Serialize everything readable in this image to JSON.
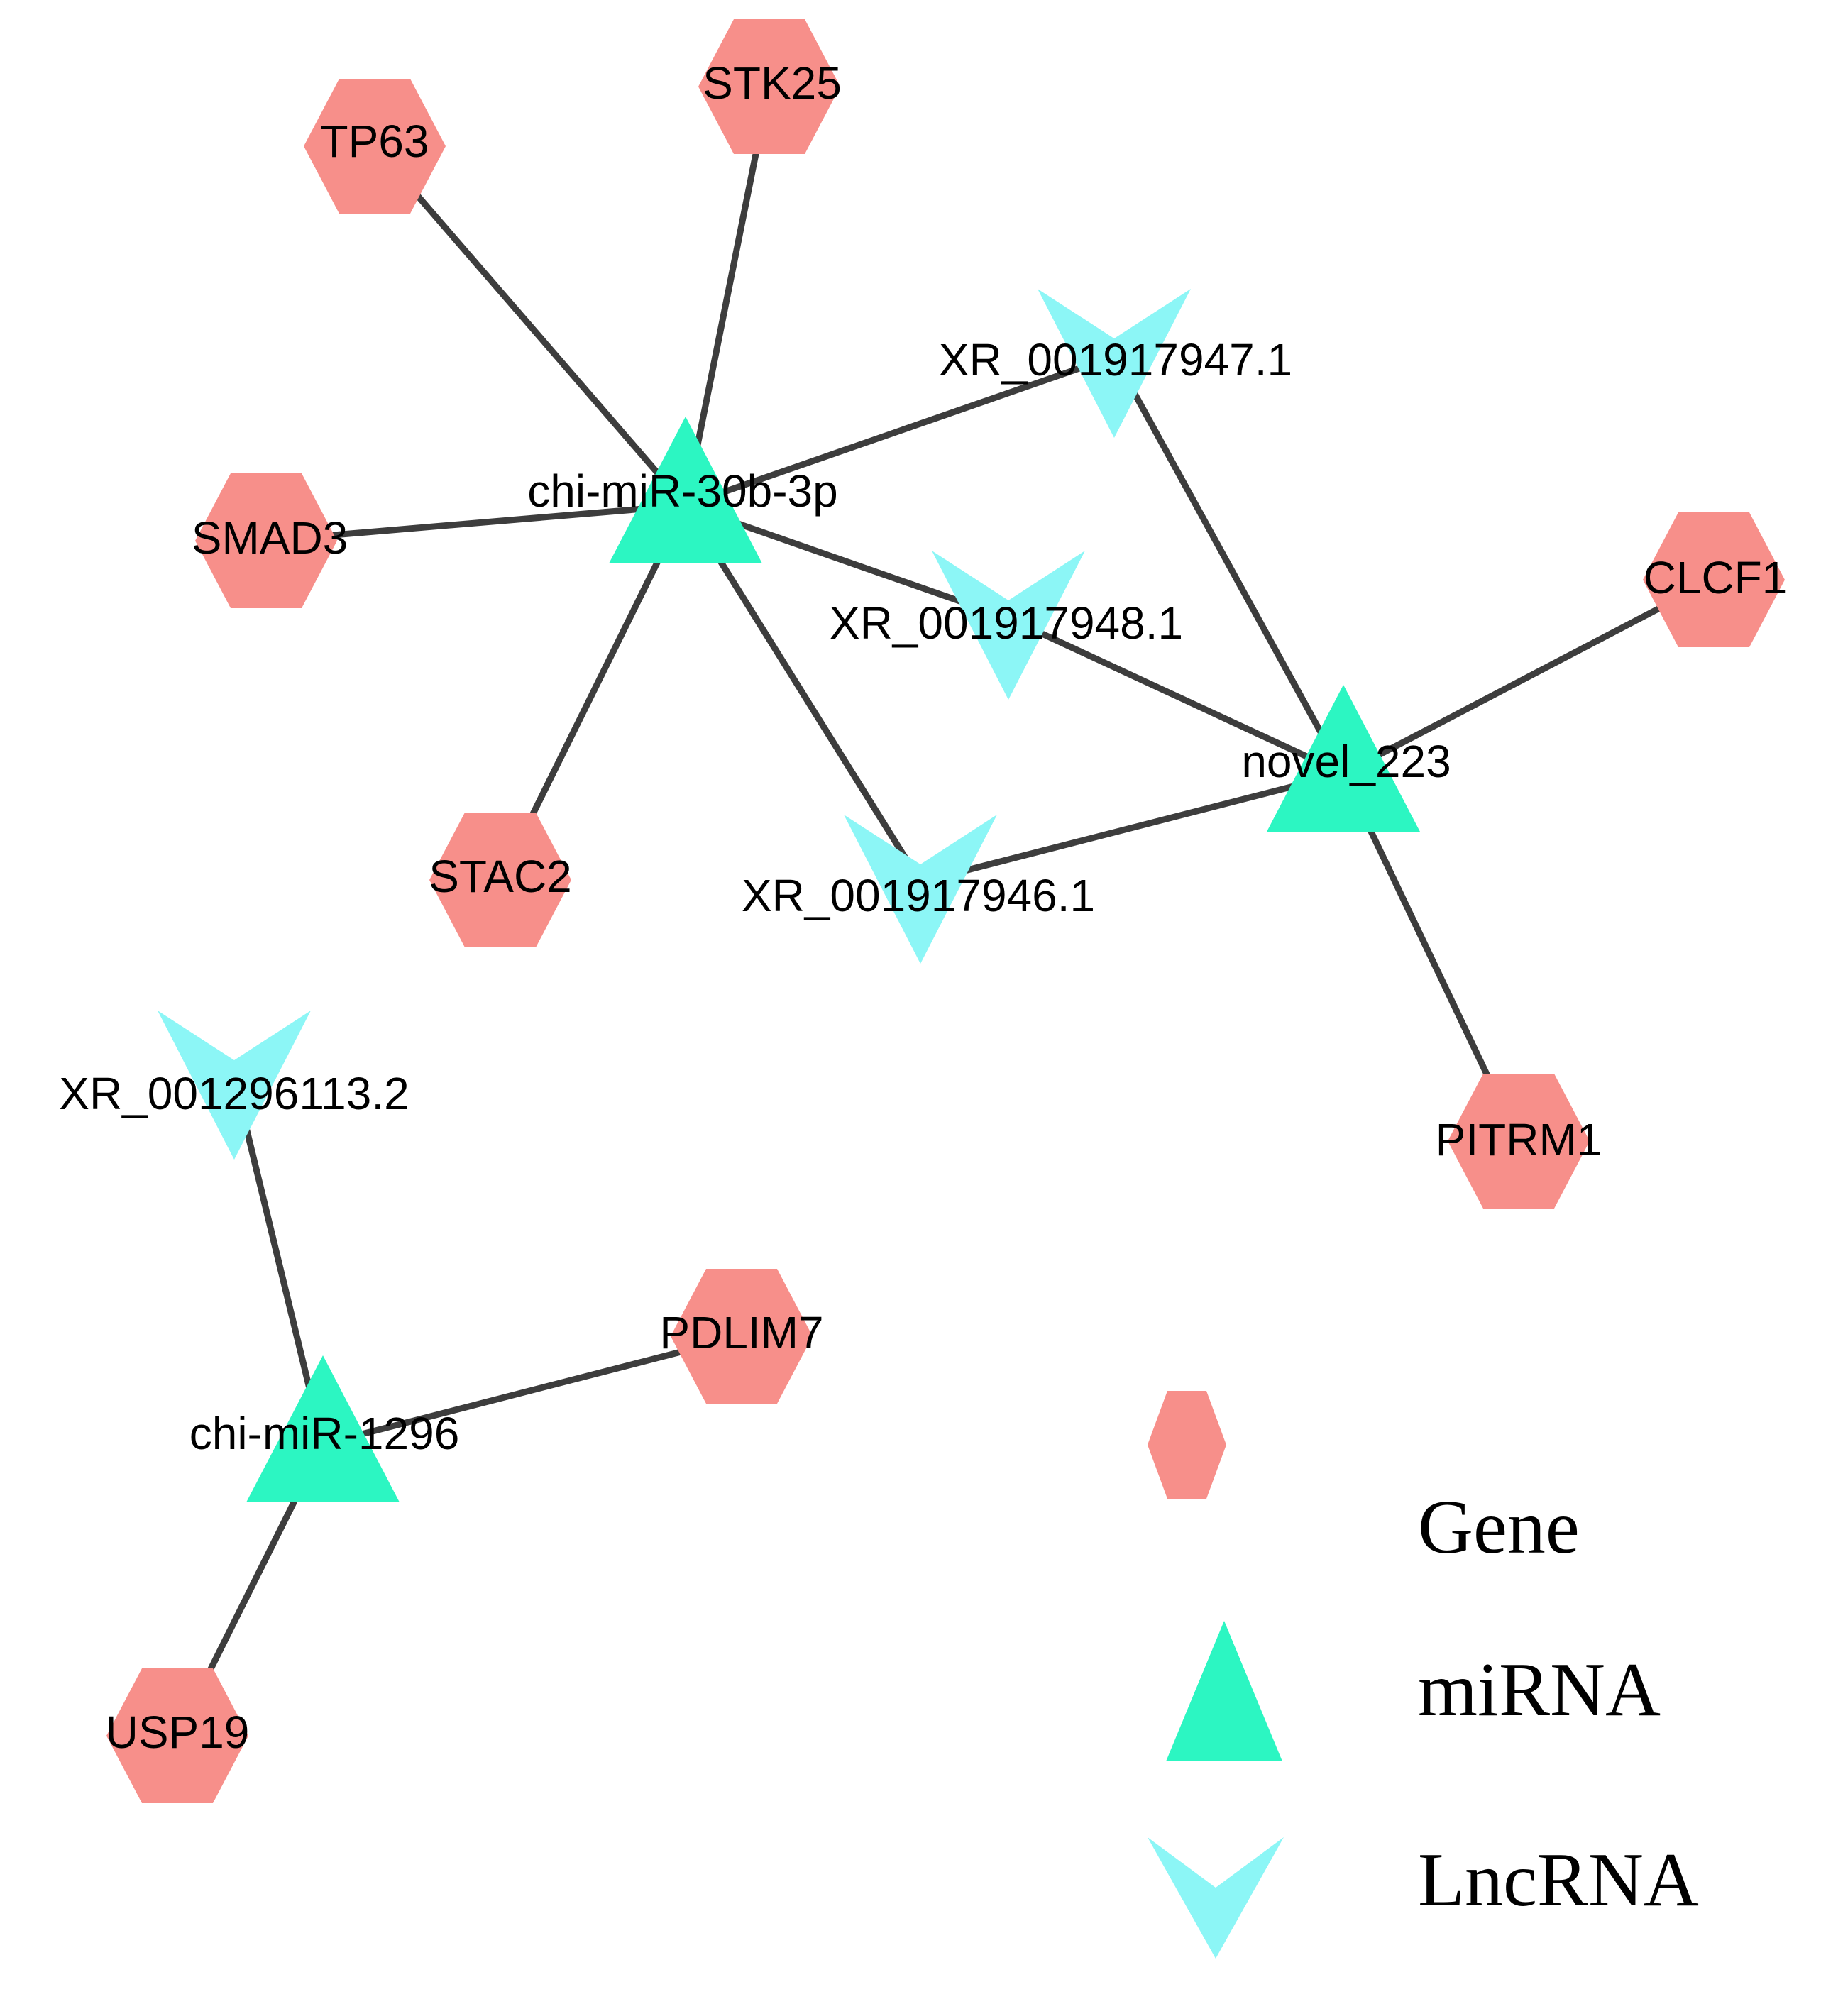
{
  "colors": {
    "gene": "#f78f8a",
    "mirna": "#2cf6c2",
    "lncrna": "#8cf6f6",
    "edge": "#3d3d3d"
  },
  "nodes": {
    "tp63": {
      "label": "TP63",
      "type": "gene"
    },
    "stk25": {
      "label": "STK25",
      "type": "gene"
    },
    "smad3": {
      "label": "SMAD3",
      "type": "gene"
    },
    "stac2": {
      "label": "STAC2",
      "type": "gene"
    },
    "clcf1": {
      "label": "CLCF1",
      "type": "gene"
    },
    "pitrm1": {
      "label": "PITRM1",
      "type": "gene"
    },
    "pdlim7": {
      "label": "PDLIM7",
      "type": "gene"
    },
    "usp19": {
      "label": "USP19",
      "type": "gene"
    },
    "mir30b": {
      "label": "chi-miR-30b-3p",
      "type": "mirna"
    },
    "novel223": {
      "label": "novel_223",
      "type": "mirna"
    },
    "mir1296": {
      "label": "chi-miR-1296",
      "type": "mirna"
    },
    "xr947": {
      "label": "XR_001917947.1",
      "type": "lncrna"
    },
    "xr948": {
      "label": "XR_001917948.1",
      "type": "lncrna"
    },
    "xr946": {
      "label": "XR_001917946.1",
      "type": "lncrna"
    },
    "xr113": {
      "label": "XR_001296113.2",
      "type": "lncrna"
    }
  },
  "edges": [
    [
      "mir30b",
      "tp63"
    ],
    [
      "mir30b",
      "stk25"
    ],
    [
      "mir30b",
      "smad3"
    ],
    [
      "mir30b",
      "stac2"
    ],
    [
      "mir30b",
      "xr947"
    ],
    [
      "mir30b",
      "xr948"
    ],
    [
      "mir30b",
      "xr946"
    ],
    [
      "novel223",
      "xr947"
    ],
    [
      "novel223",
      "xr948"
    ],
    [
      "novel223",
      "xr946"
    ],
    [
      "novel223",
      "clcf1"
    ],
    [
      "novel223",
      "pitrm1"
    ],
    [
      "mir1296",
      "xr113"
    ],
    [
      "mir1296",
      "pdlim7"
    ],
    [
      "mir1296",
      "usp19"
    ]
  ],
  "legend": {
    "gene": "Gene",
    "mirna": "miRNA",
    "lncrna": "LncRNA"
  }
}
